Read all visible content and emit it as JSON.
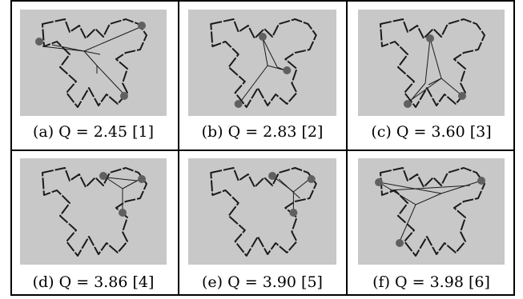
{
  "figure": {
    "panels": [
      {
        "label": "(a) Q = 2.45 [1]",
        "highlight": 0
      },
      {
        "label": "(b) Q = 2.83 [2]",
        "highlight": 1
      },
      {
        "label": "(c) Q = 3.60 [3]",
        "highlight": 2
      },
      {
        "label": "(d) Q = 3.86 [4]",
        "highlight": 3
      },
      {
        "label": "(e) Q = 3.90 [5]",
        "highlight": 4
      },
      {
        "label": "(f) Q = 3.98 [6]",
        "highlight": 5
      }
    ],
    "colors": {
      "panel_background": "#c8c8c8",
      "path_stroke": "#1a1a1a",
      "marker_fill": "#606060",
      "border": "#000000"
    }
  }
}
